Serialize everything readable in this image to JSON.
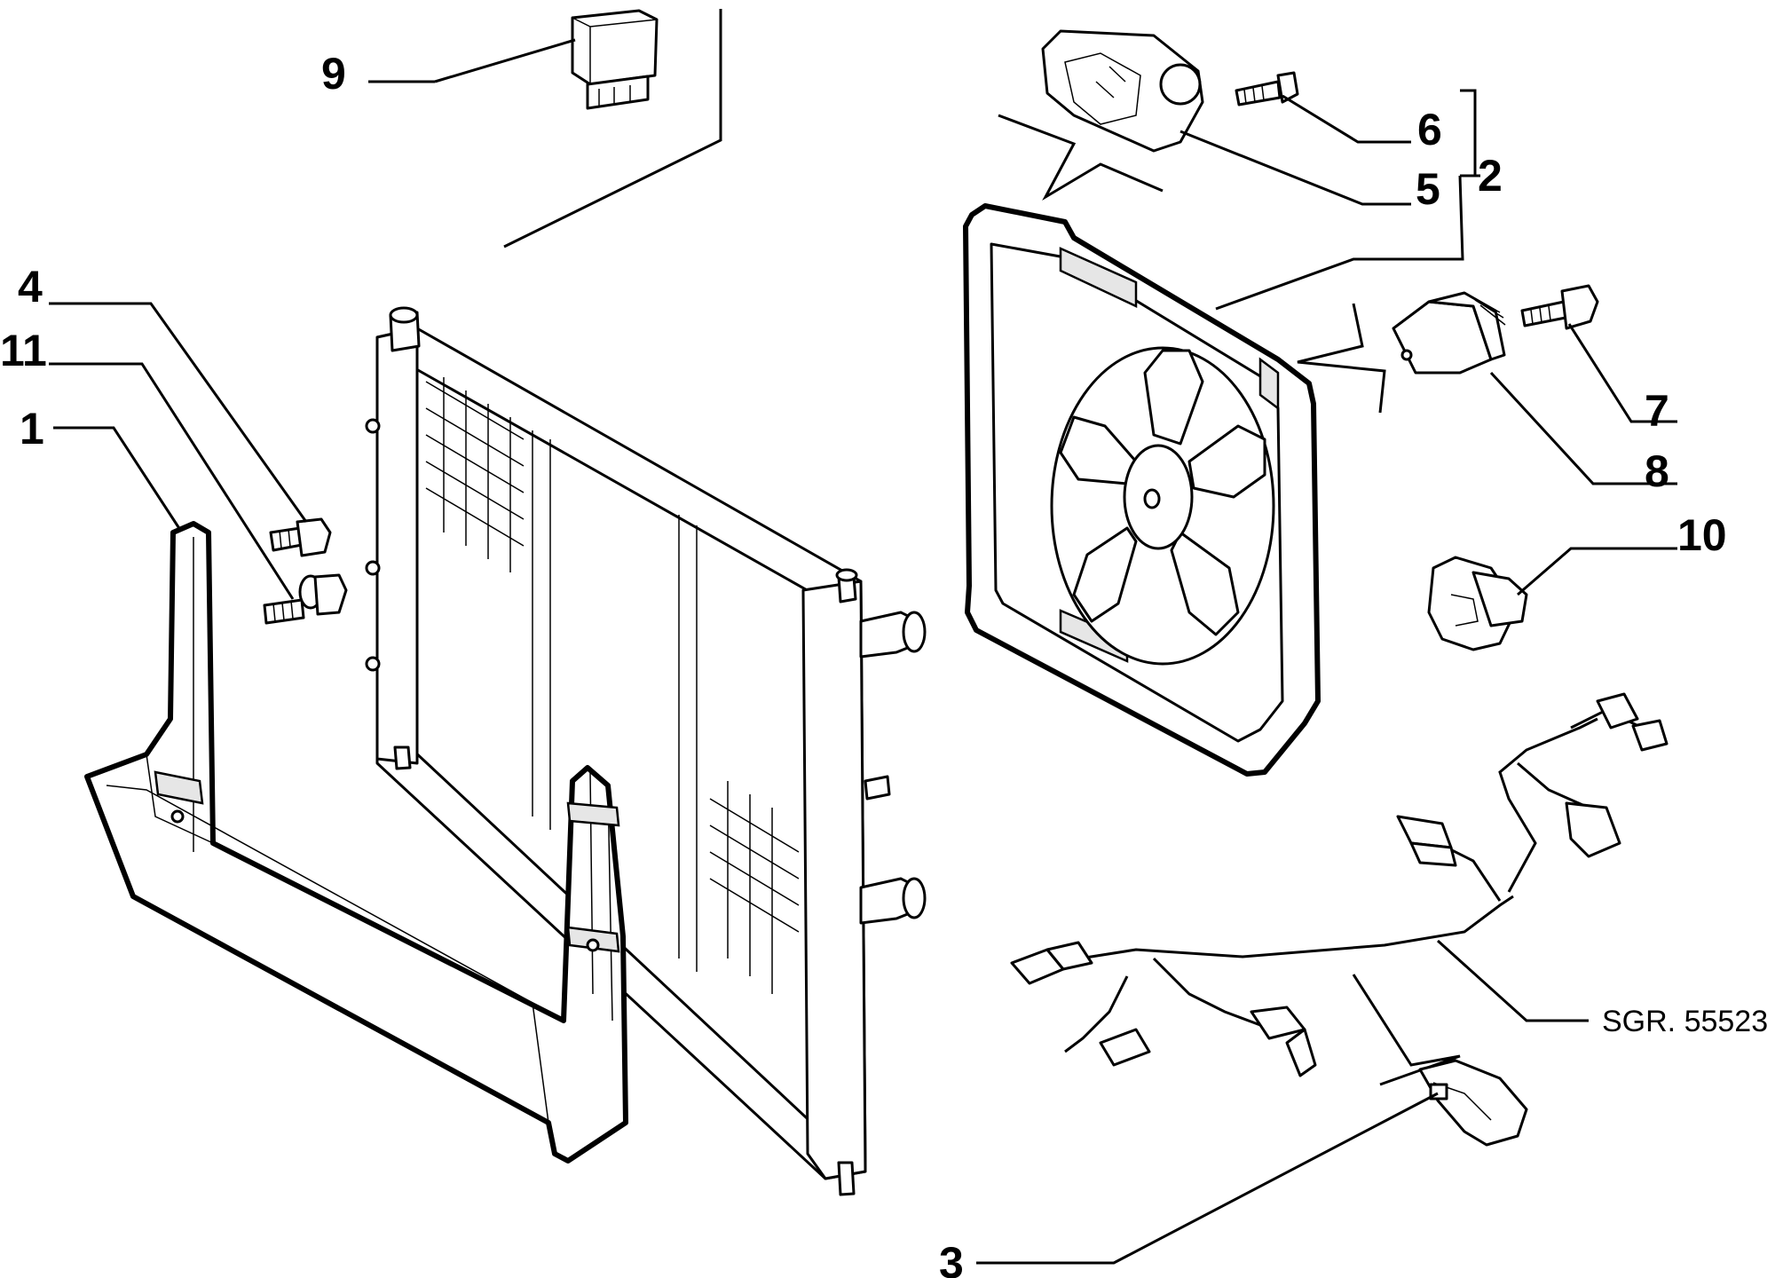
{
  "diagram": {
    "labels": {
      "p1": "1",
      "p2": "2",
      "p3": "3",
      "p4": "4",
      "p5": "5",
      "p6": "6",
      "p7": "7",
      "p8": "8",
      "p9": "9",
      "p10": "10",
      "p11": "11"
    },
    "reference": "SGR. 55523"
  }
}
